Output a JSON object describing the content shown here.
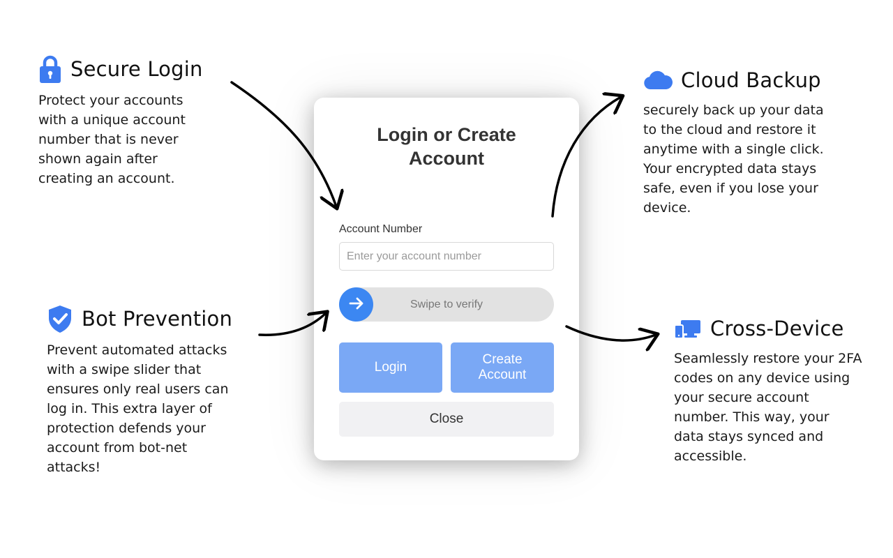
{
  "features": {
    "secure_login": {
      "icon": "lock-icon",
      "title": "Secure Login",
      "description": "Protect your accounts with a unique account number that is never shown again after creating an account."
    },
    "bot_prevention": {
      "icon": "shield-check-icon",
      "title": "Bot Prevention",
      "description": "Prevent automated attacks with a swipe slider that ensures only real users can log in. This extra layer of protection defends your account from bot-net attacks!"
    },
    "cloud_backup": {
      "icon": "cloud-icon",
      "title": "Cloud Backup",
      "description": "securely back up your data to the cloud and restore it anytime with a single click. Your encrypted data stays safe, even if you lose your device."
    },
    "cross_device": {
      "icon": "devices-icon",
      "title": "Cross-Device",
      "description": "Seamlessly restore your 2FA codes on any device using your secure account number. This way, your data stays synced and accessible."
    }
  },
  "modal": {
    "title": "Login or Create Account",
    "account_label": "Account Number",
    "account_value": "",
    "account_placeholder": "Enter your account number",
    "swipe_label": "Swipe to verify",
    "login_label": "Login",
    "create_label": "Create Account",
    "close_label": "Close"
  },
  "colors": {
    "accent": "#3c87f2",
    "button_primary": "#7aa8f5",
    "icon_blue": "#3d7bf0",
    "close_bg": "#f1f1f3",
    "swipe_track": "#e2e2e2"
  }
}
